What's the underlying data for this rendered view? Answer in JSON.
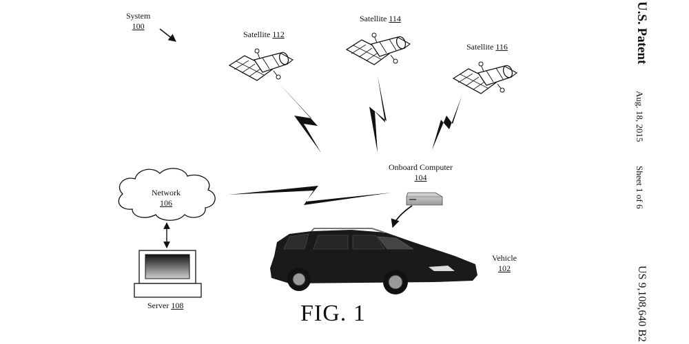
{
  "figure": {
    "label": "FIG. 1"
  },
  "header": {
    "publisher": "U.S. Patent",
    "date": "Aug. 18, 2015",
    "sheet": "Sheet 1 of 6",
    "patent_number": "US 9,108,640 B2"
  },
  "nodes": {
    "system": {
      "name": "System",
      "ref": "100",
      "icon": "arrow-icon"
    },
    "satellite_112": {
      "name": "Satellite",
      "ref": "112",
      "icon": "satellite-icon"
    },
    "satellite_114": {
      "name": "Satellite",
      "ref": "114",
      "icon": "satellite-icon"
    },
    "satellite_116": {
      "name": "Satellite",
      "ref": "116",
      "icon": "satellite-icon"
    },
    "network": {
      "name": "Network",
      "ref": "106",
      "icon": "cloud-icon"
    },
    "server": {
      "name": "Server",
      "ref": "108",
      "icon": "computer-monitor-icon"
    },
    "onboard_computer": {
      "name": "Onboard Computer",
      "ref": "104",
      "icon": "device-box-icon"
    },
    "vehicle": {
      "name": "Vehicle",
      "ref": "102",
      "icon": "car-icon"
    }
  },
  "links": [
    {
      "from": "satellite_112",
      "to": "vehicle",
      "type": "wireless"
    },
    {
      "from": "satellite_114",
      "to": "vehicle",
      "type": "wireless"
    },
    {
      "from": "satellite_116",
      "to": "vehicle",
      "type": "wireless"
    },
    {
      "from": "network",
      "to": "onboard_computer",
      "type": "wireless"
    },
    {
      "from": "network",
      "to": "server",
      "type": "bidirectional-wired"
    },
    {
      "from": "onboard_computer",
      "to": "vehicle",
      "type": "arrow"
    }
  ]
}
